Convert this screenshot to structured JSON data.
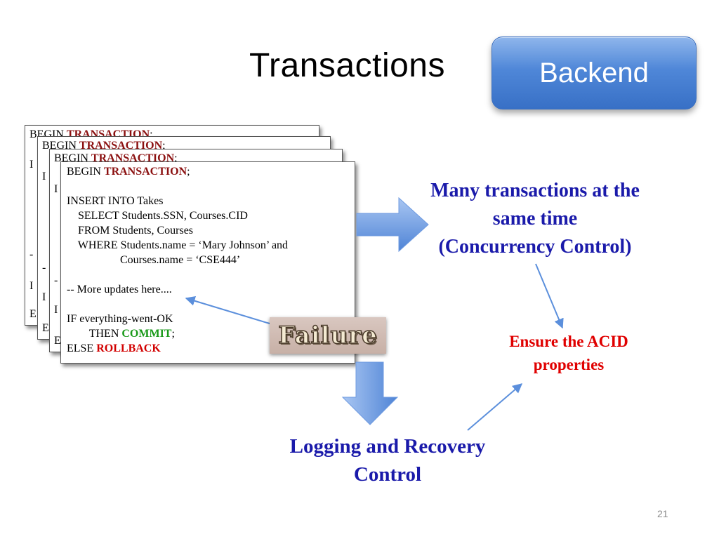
{
  "slide": {
    "title": "Transactions",
    "badge": "Backend",
    "page_number": "21"
  },
  "background_cards": {
    "card1": {
      "begin": "BEGIN ",
      "keyword": "TRANSACTION",
      "semicolon": ";",
      "frag_i": "I",
      "frag_dash": "-",
      "frag_e": "E"
    },
    "card2": {
      "begin": "BEGIN ",
      "keyword": "TRANSACTION",
      "semicolon": ";",
      "frag_i": "I",
      "frag_dash": "-",
      "frag_e": "E"
    },
    "card3": {
      "begin": "BEGIN ",
      "keyword": "TRANSACTION",
      "semicolon": ";",
      "frag_i": "I",
      "frag_dash": "-",
      "frag_e": "E"
    }
  },
  "front_card": {
    "begin": "BEGIN ",
    "begin_keyword": "TRANSACTION",
    "begin_end": ";",
    "insert": "INSERT INTO Takes",
    "select": "    SELECT Students.SSN, Courses.CID",
    "from": "    FROM Students, Courses",
    "where": "    WHERE Students.name = ‘Mary Johnson’ and",
    "where2": "                   Courses.name = ‘CSE444’",
    "comment": "-- More updates here....",
    "if_line": "IF everything-went-OK",
    "then": "        THEN ",
    "commit": "COMMIT",
    "then_end": ";",
    "else": "ELSE ",
    "rollback": "ROLLBACK"
  },
  "failure_label": "Failure",
  "captions": {
    "many_line1": "Many transactions at the",
    "many_line2": "same time",
    "many_line3": "(Concurrency Control)",
    "acid_line1": "Ensure the ACID",
    "acid_line2": "properties",
    "log_line1": "Logging and Recovery",
    "log_line2": "Control"
  },
  "colors": {
    "caption_blue": "#1a1aaa",
    "caption_red": "#e00000",
    "keyword_dark_red": "#8b1010",
    "commit_green": "#1a9a1a",
    "rollback_red": "#d20000",
    "badge_blue": "#4f87d8",
    "arrow_blue": "#5b8fdc"
  }
}
